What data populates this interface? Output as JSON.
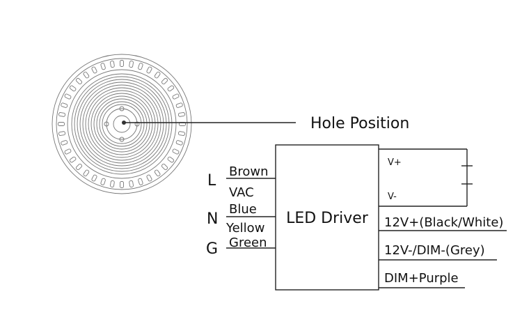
{
  "callout": {
    "hole_position": "Hole Position"
  },
  "driver": {
    "label": "LED Driver"
  },
  "input": {
    "L": "L",
    "N": "N",
    "G": "G",
    "brown": "Brown",
    "vac": "VAC",
    "blue": "Blue",
    "yellow": "Yellow",
    "green": "Green"
  },
  "output": {
    "vplus": "V+",
    "vminus": "V-",
    "w1": "12V+(Black/White)",
    "w2": "12V-/DIM-(Grey)",
    "w3": "DIM+Purple"
  }
}
